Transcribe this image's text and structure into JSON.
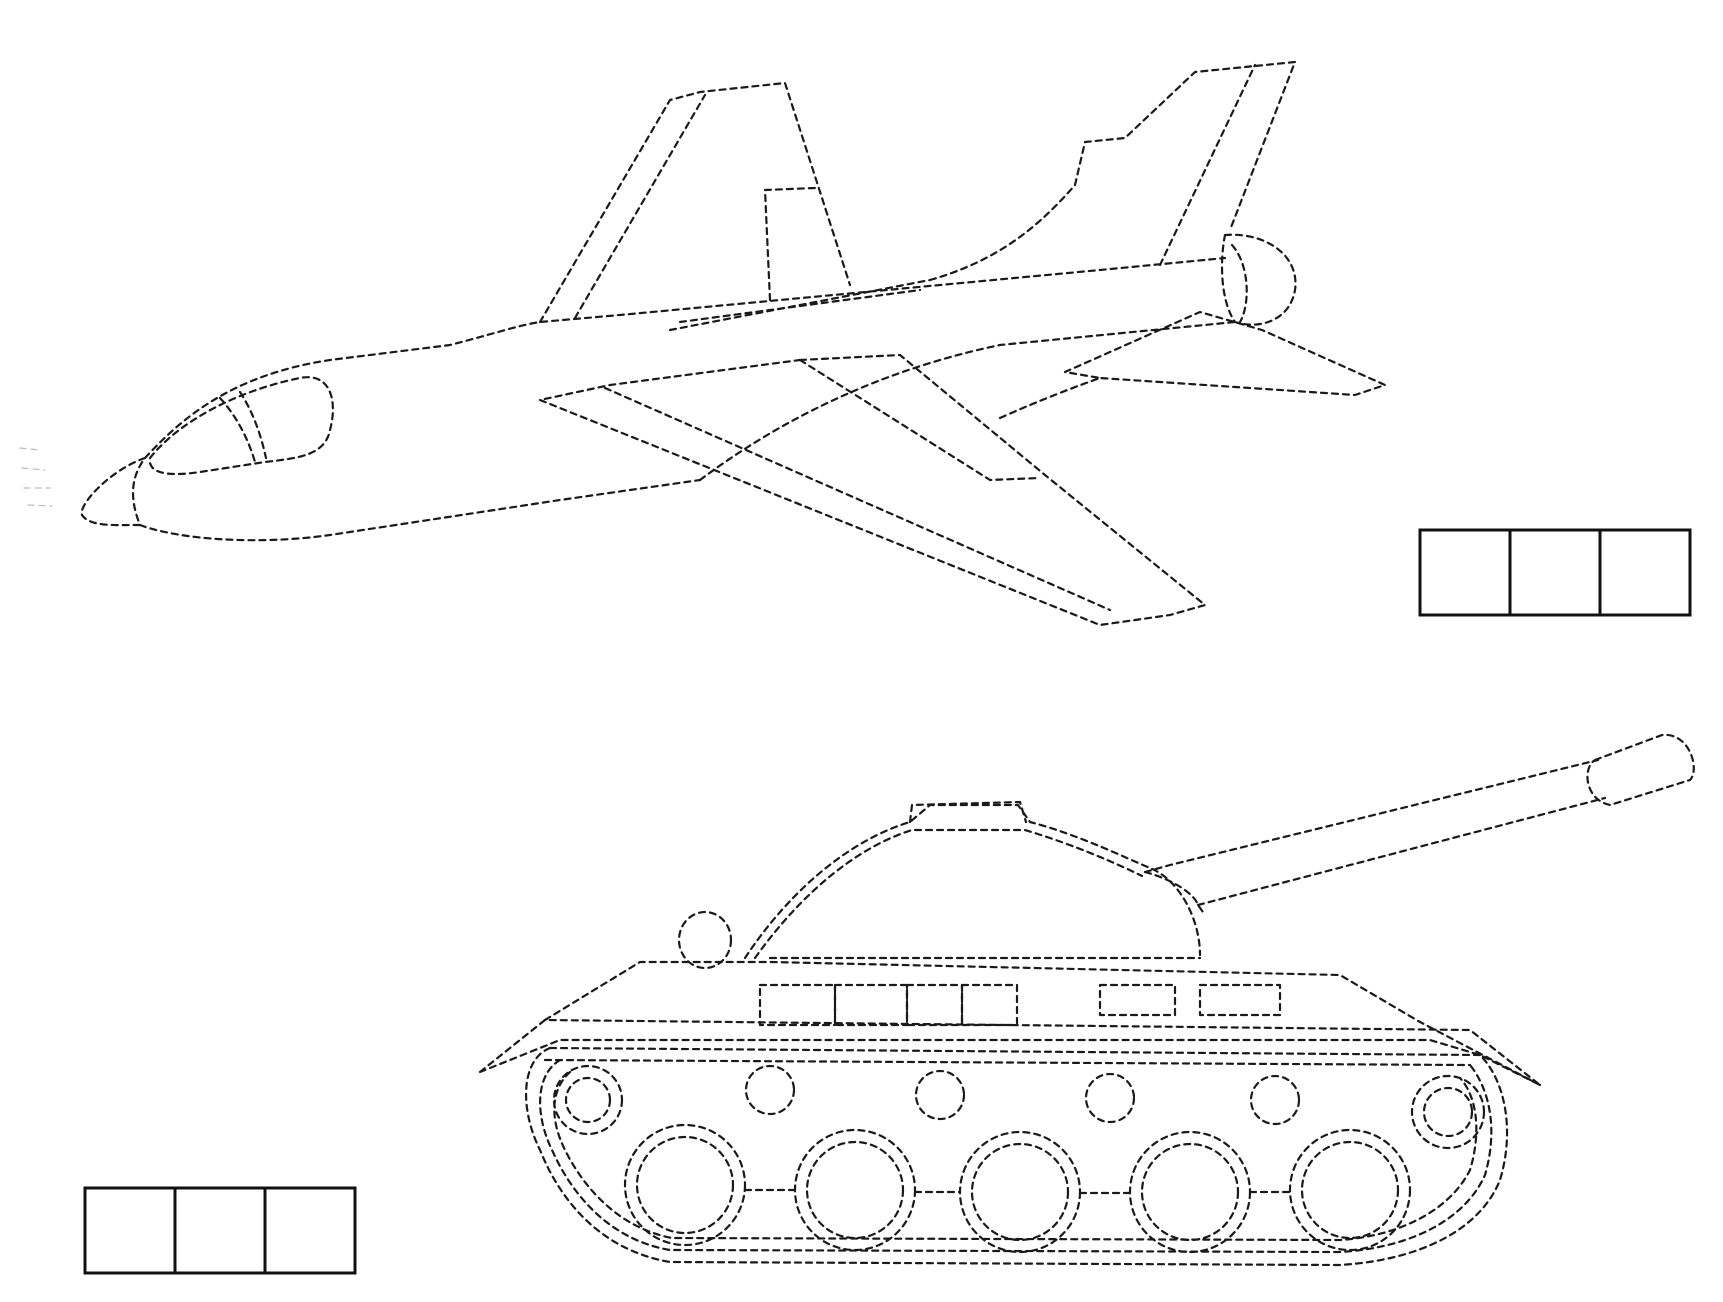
{
  "worksheet": {
    "figures": [
      {
        "name": "airplane",
        "answer_box_cells": 3
      },
      {
        "name": "tank",
        "answer_box_cells": 3
      }
    ],
    "line_color": "#1a1a1a"
  }
}
